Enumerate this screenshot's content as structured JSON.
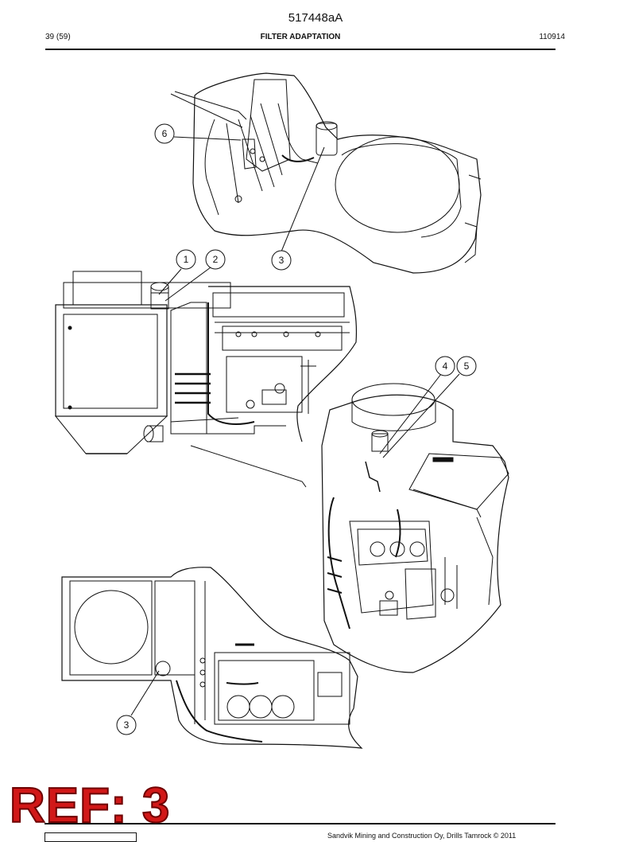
{
  "header": {
    "doc_number": "517448aA",
    "page": "39 (59)",
    "title": "FILTER ADAPTATION",
    "date_code": "110914"
  },
  "callouts": {
    "c1": "1",
    "c2": "2",
    "c3_top": "3",
    "c4": "4",
    "c5": "5",
    "c6": "6",
    "c3_bottom": "3"
  },
  "stamp": {
    "text": "REF: 3",
    "color": "#d11818"
  },
  "footer": {
    "text": "Sandvik Mining and Construction Oy, Drills Tamrock © 2011"
  }
}
